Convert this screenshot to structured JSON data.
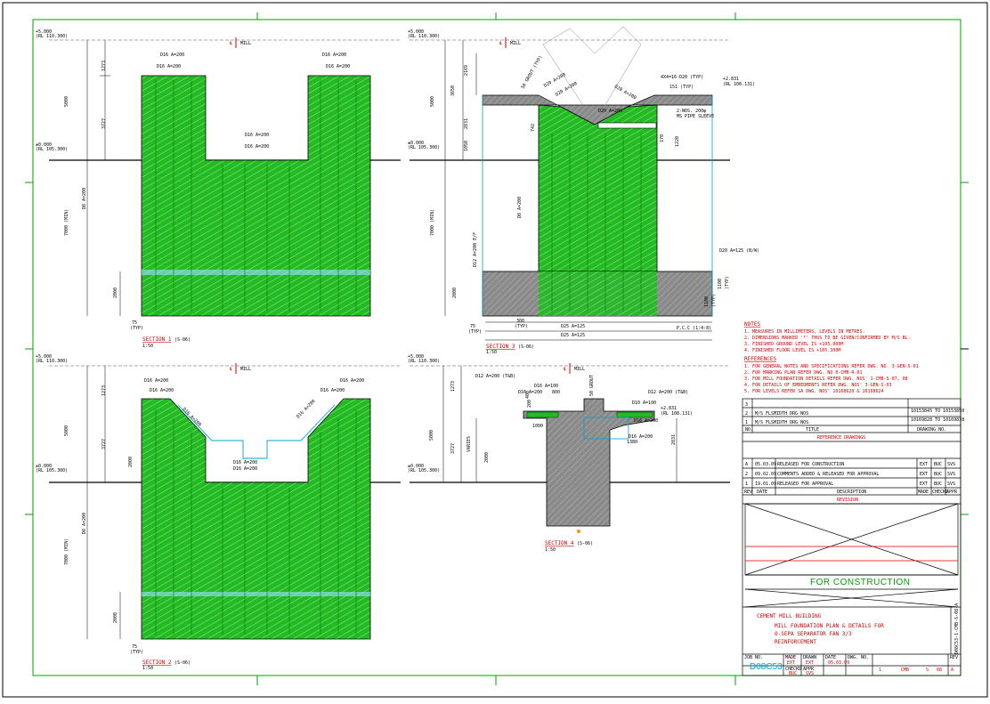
{
  "sheet": {
    "centerline_label": "MILL",
    "sections": [
      {
        "title": "SECTION 1",
        "ref": "(S-06)",
        "scale": "1:50",
        "levels": [
          {
            "value": "+5.000",
            "rl": "(RL 110.300)"
          },
          {
            "value": "±0.000",
            "rl": "(RL 105.300)"
          }
        ],
        "dims": [
          "5000",
          "1273",
          "3727",
          "7000 (MIN)",
          "2000",
          "75",
          "(TYP)"
        ],
        "bars": [
          "D16 A=200",
          "D16 A=200",
          "D16 A=200",
          "D16 A=200",
          "D8 A=200"
        ]
      },
      {
        "title": "SECTION 2",
        "ref": "(S-06)",
        "scale": "1:50",
        "levels": [
          {
            "value": "+5.000",
            "rl": "(RL 110.300)"
          },
          {
            "value": "±0.000",
            "rl": "(RL 105.300)"
          }
        ],
        "dims": [
          "5000",
          "1273",
          "3727",
          "2000",
          "7000 (MIN)",
          "2000",
          "75",
          "(TYP)"
        ],
        "bars": [
          "D16 A=200",
          "D16 A=200",
          "D16 A=200",
          "D16 A=200",
          "D16 A=200",
          "D16 A=200",
          "D16 A=200",
          "D16 A=200",
          "D8 A=200"
        ]
      },
      {
        "title": "SECTION 3",
        "ref": "(S-06)",
        "scale": "1:50",
        "levels": [
          {
            "value": "+5.000",
            "rl": "(RL 110.300)"
          },
          {
            "value": "±0.000",
            "rl": "(RL 105.300)"
          },
          {
            "value": "+2.831",
            "rl": "(RL 108.131)"
          }
        ],
        "dims": [
          "5000",
          "3650",
          "2169",
          "2831",
          "1050",
          "7000 (MIN)",
          "2000",
          "75",
          "(TYP)",
          "300",
          "(TYP)",
          "742",
          "170",
          "1220",
          "1100",
          "(TYP)",
          "1100",
          "(TYP)"
        ],
        "bars": [
          "4X4=16-D20 (TYP)",
          "151 (TYP)",
          "D20 A=200",
          "2-NOS. 200φ",
          "MS PIPE SLEEVE",
          "D8 A=200",
          "D12 A=200 E/F",
          "D20 A=125 (B/W)",
          "D25 A=125",
          "D25 A=125",
          "P.C.C (1:4:8)",
          "D20 A=200",
          "D20 A=200",
          "D20 A=200",
          "50 GROUT (TYP)"
        ]
      },
      {
        "title": "SECTION 4",
        "ref": "(S-06)",
        "scale": "1:50",
        "levels": [
          {
            "value": "+5.000",
            "rl": "(RL 110.300)"
          },
          {
            "value": "±0.000",
            "rl": "(RL 105.300)"
          },
          {
            "value": "+2.831",
            "rl": "(RL 108.131)"
          }
        ],
        "dims": [
          "5000",
          "1273",
          "3727",
          "VARIES",
          "2000",
          "2831",
          "400",
          "200",
          "800",
          "1380",
          "1000"
        ],
        "bars": [
          "D12 A=200 (T&B)",
          "D16 A=100",
          "D16 A=200",
          "D12 A=200 (T&B)",
          "D10 A=100",
          "D16 A=200",
          "D16 A=200",
          "50 GROUT"
        ]
      }
    ]
  },
  "notes": {
    "heading": "NOTES",
    "items": [
      "1. MEASURES IN MILLIMETERS, LEVELS IN METRES.",
      "2. DIMENSIONS MARKED '*' THUS TO BE GIVEN/CONFIRMED BY M/S BL.",
      "3. FINISHED GROUND LEVEL IS +105.000M",
      "4. FINISHED FLOOR LEVEL IS +105.300M"
    ]
  },
  "references": {
    "heading": "REFERENCES",
    "items": [
      "1. FOR GENERAL NOTES AND SPECIFICATIONS REFER DWG. NO. 3-GEN-S-01",
      "2. FOR MARKING PLAN REFER DWG. NO 0-CMB-R-01",
      "3. FOR MILL FOUNDATION DETAILS REFER DWG. NOS' 1-CMB-S-07, 08",
      "4. FOR DETAILS OF EMBEDMENTS REFER DWG. NOS' 3-GEN-S-03",
      "5. FOR LEVELS REFER SA DWG. NOS' 10168620 & 10168624"
    ]
  },
  "ref_table": {
    "rows": [
      {
        "no": "3",
        "title": "",
        "dwg": ""
      },
      {
        "no": "2",
        "title": "M/S FLSMIDTH DRG NOS",
        "dwg": "10153845 TO 10153850"
      },
      {
        "no": "1",
        "title": "M/S FLSMIDTH DRG NOS",
        "dwg": "10169828 TO 10169838"
      }
    ],
    "header": {
      "no": "NO.",
      "title": "TITLE",
      "dwg": "DRAWING NO."
    },
    "caption": "REFERENCE DRAWINGS"
  },
  "revisions": {
    "rows": [
      {
        "rev": "A",
        "date": "05.03.09",
        "desc": "RELEASED FOR CONSTRUCTION",
        "made": "EXT",
        "chkd": "BUC",
        "appd": "SVS"
      },
      {
        "rev": "2",
        "date": "09.02.09",
        "desc": "COMMENTS ADDED & RELEASED FOR APPROVAL",
        "made": "EXT",
        "chkd": "BUC",
        "appd": "SVS"
      },
      {
        "rev": "1",
        "date": "19.01.09",
        "desc": "RELEASED FOR APPROVAL",
        "made": "EXT",
        "chkd": "BUC",
        "appd": "SVS"
      }
    ],
    "header": {
      "rev": "REV",
      "date": "DATE",
      "desc": "DESCRIPTION",
      "made": "MADE",
      "chkd": "CHECKD",
      "appd": "APPR"
    },
    "caption": "REVISION"
  },
  "status_stamp": "FOR CONSTRUCTION",
  "title_block": {
    "project": "CEMENT MILL BUILDING",
    "title_lines": [
      "MILL FOUNDATION PLAN & DETAILS FOR",
      "O-SEPA SEPARATOR FAN 3/3",
      "REINFORCEMENT"
    ],
    "job_no_label": "JOB NO.",
    "job_no": "D08C53",
    "made_label": "MADE",
    "made": "EXT",
    "drawn_label": "DRAWN",
    "drawn": "EXT",
    "date_label": "DATE",
    "date": "05.03.09",
    "checked_label": "CHECKD",
    "checked": "BUC",
    "approved_label": "APPR",
    "approved": "SVS",
    "dwg_no_label": "DWG. NO.",
    "dwg_no_parts": [
      "1",
      "CMB",
      "S",
      "08"
    ],
    "rev_label": "REV",
    "rev": "A",
    "side_code": "D08C53-1-CMB-S-08-A"
  },
  "colors": {
    "concrete_green": "#22bb22",
    "pcc_grey": "#8a8a8a",
    "annotation_red": "#d00000",
    "sleeve_cyan": "#00a0d0"
  }
}
